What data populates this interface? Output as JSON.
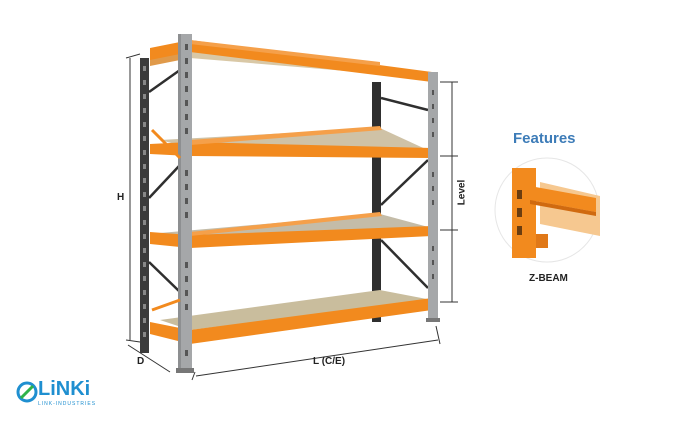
{
  "dimensions": {
    "height_label": "H",
    "depth_label": "D",
    "length_label": "L (C/E)",
    "level_label": "Level"
  },
  "features": {
    "title": "Features",
    "beam_label": "Z-BEAM"
  },
  "brand": {
    "name": "LiNKi",
    "tagline": "LINK-INDUSTRIES"
  },
  "colors": {
    "upright": "#a5a7a9",
    "beam": "#f28a1e",
    "deck": "#c9b99a",
    "accent": "#3d7cb8",
    "logo": "#1f8fd0"
  }
}
